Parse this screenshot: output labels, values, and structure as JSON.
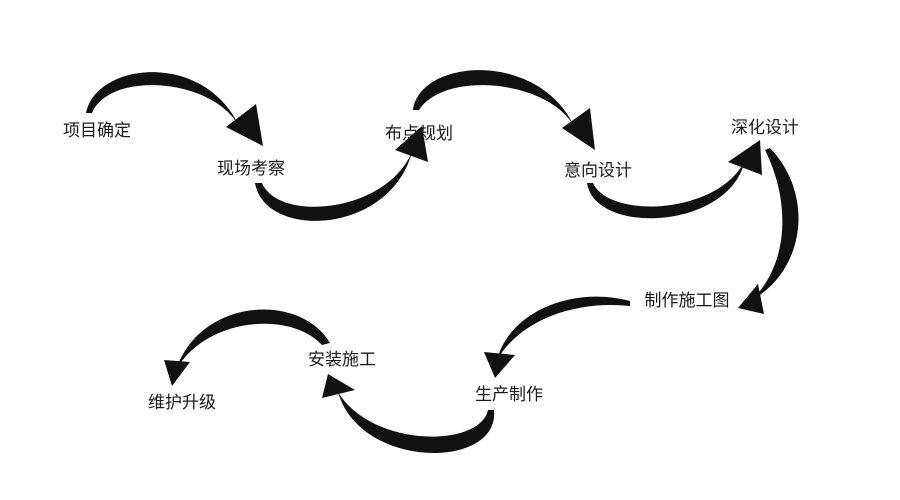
{
  "steps": [
    {
      "label": "项目确定"
    },
    {
      "label": "现场考察"
    },
    {
      "label": "布点规划"
    },
    {
      "label": "意向设计"
    },
    {
      "label": "深化设计"
    },
    {
      "label": "制作施工图"
    },
    {
      "label": "生产制作"
    },
    {
      "label": "安装施工"
    },
    {
      "label": "维护升级"
    }
  ],
  "colors": {
    "arrow": "#111111",
    "text": "#1a1a1a",
    "background": "#ffffff"
  }
}
